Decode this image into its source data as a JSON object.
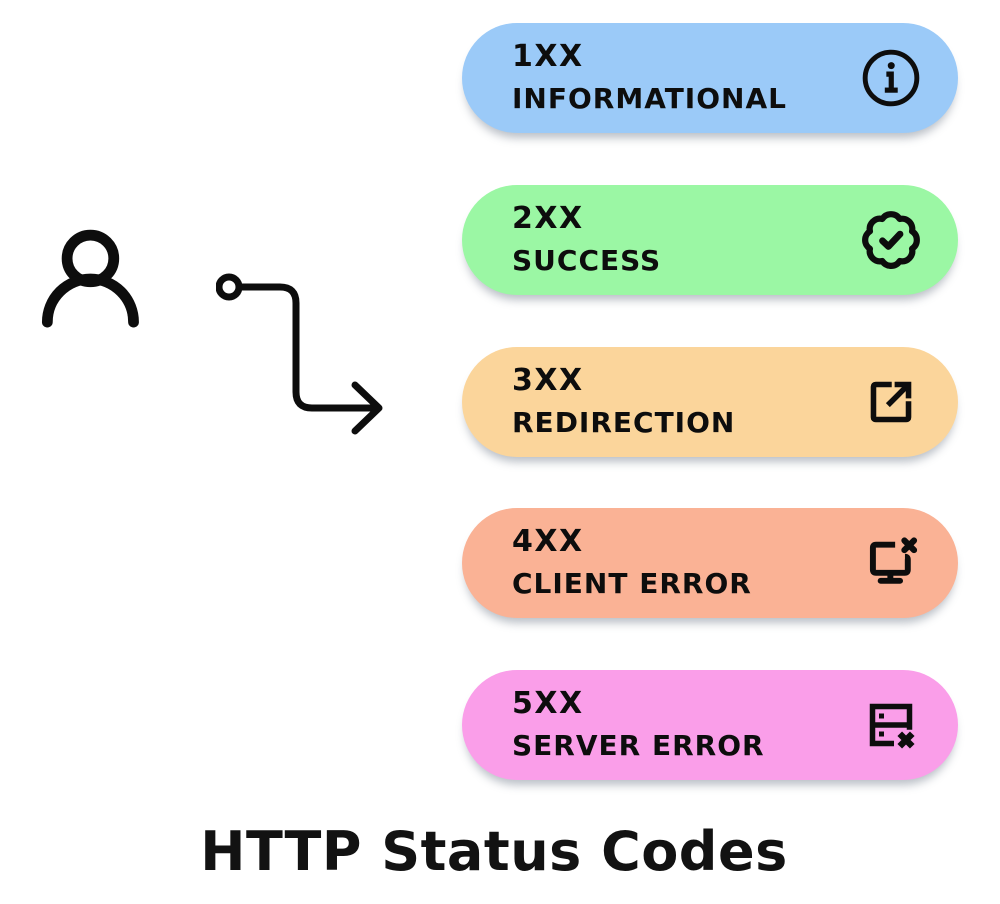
{
  "title": "HTTP Status Codes",
  "cards": [
    {
      "code": "1XX",
      "label": "INFORMATIONAL",
      "color": "#9BCAF8",
      "icon": "info-icon"
    },
    {
      "code": "2XX",
      "label": "SUCCESS",
      "color": "#9BF7A4",
      "icon": "badge-check-icon"
    },
    {
      "code": "3XX",
      "label": "REDIRECTION",
      "color": "#FBD59B",
      "icon": "external-link-icon"
    },
    {
      "code": "4XX",
      "label": "CLIENT ERROR",
      "color": "#FAB295",
      "icon": "monitor-x-icon"
    },
    {
      "code": "5XX",
      "label": "SERVER ERROR",
      "color": "#FA9EE9",
      "icon": "server-x-icon"
    }
  ],
  "figures": {
    "user": "user-icon",
    "route": "route-arrow-icon"
  },
  "colors": {
    "ink": "#0d0d0d",
    "background": "#ffffff"
  }
}
